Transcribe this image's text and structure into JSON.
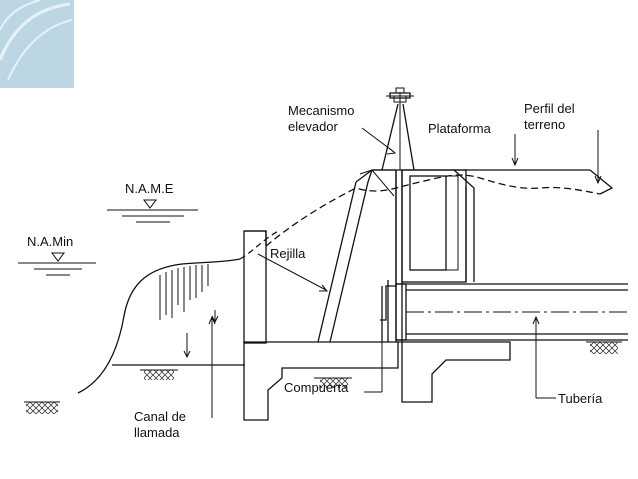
{
  "labels": {
    "mecanismo_line1": "Mecanismo",
    "mecanismo_line2": "elevador",
    "plataforma": "Plataforma",
    "perfil_line1": "Perfil del",
    "perfil_line2": "terreno",
    "name": "N.A.M.E",
    "namin": "N.A.Min",
    "rejilla": "Rejilla",
    "compuerta": "Compuerta",
    "canal_line1": "Canal de",
    "canal_line2": "llamada",
    "tuberia": "Tubería"
  },
  "colors": {
    "frame": "#cfe0ea",
    "frame_corner": "#b9d3e2",
    "ink": "#111111",
    "concrete": "#f4f4f4"
  }
}
